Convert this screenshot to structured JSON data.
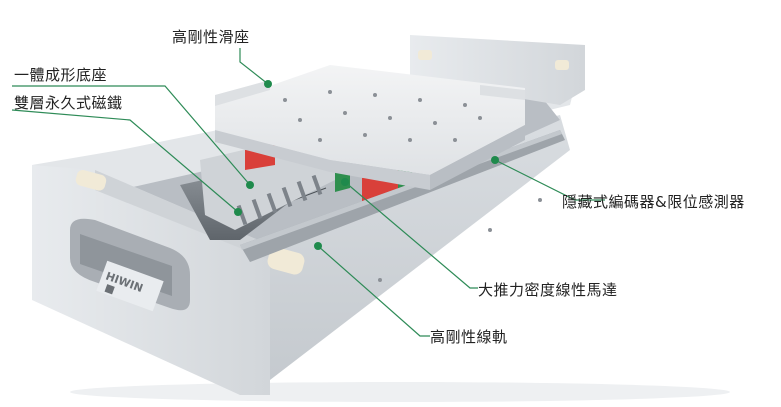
{
  "labels": {
    "carriage": "高剛性滑座",
    "base": "一體成形底座",
    "magnets": "雙層永久式磁鐵",
    "encoder": "隱藏式編碼器&限位感測器",
    "motor": "大推力密度線性馬達",
    "rail": "高剛性線軌"
  },
  "brand": {
    "logo_text": "HIWIN"
  },
  "colors": {
    "leader_line": "#2e8b57",
    "dot": "#1f8a4c",
    "body": "#e6e8ea",
    "shadow": "#c9ccd0",
    "red_block": "#d9403a",
    "green_block": "#2f8f4e"
  }
}
